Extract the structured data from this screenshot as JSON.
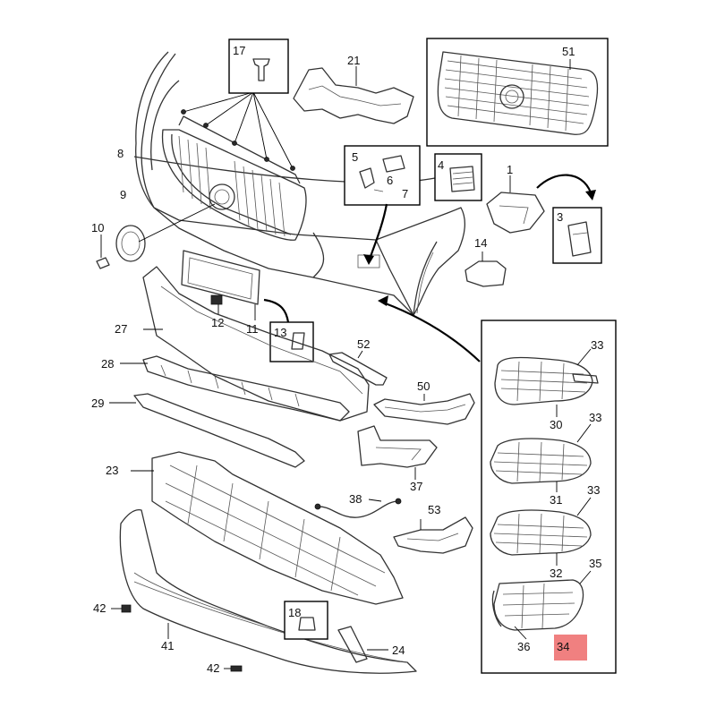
{
  "diagram": {
    "callouts": {
      "p1": "1",
      "p3": "3",
      "p4": "4",
      "p5": "5",
      "p6": "6",
      "p7": "7",
      "p8": "8",
      "p9": "9",
      "p10": "10",
      "p11": "11",
      "p12": "12",
      "p13": "13",
      "p14": "14",
      "p17": "17",
      "p18": "18",
      "p21": "21",
      "p23": "23",
      "p24": "24",
      "p27": "27",
      "p28": "28",
      "p29": "29",
      "p30": "30",
      "p31": "31",
      "p32": "32",
      "p33a": "33",
      "p33b": "33",
      "p33c": "33",
      "p34": "34",
      "p35": "35",
      "p36": "36",
      "p37": "37",
      "p38": "38",
      "p41": "41",
      "p42a": "42",
      "p42b": "42",
      "p50": "50",
      "p51": "51",
      "p52": "52",
      "p53": "53"
    },
    "highlight_color": "#f08080"
  }
}
